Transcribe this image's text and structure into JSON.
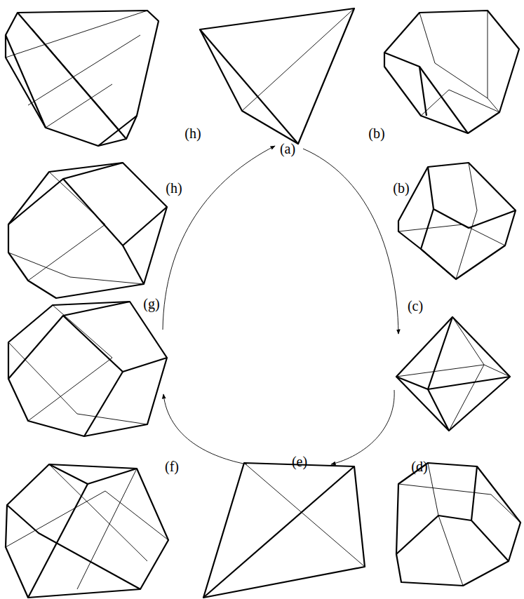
{
  "diagram": {
    "labels": [
      "(h)",
      "(b)",
      "(a)",
      "(h)",
      "(b)",
      "(g)",
      "(c)",
      "(e)",
      "(f)",
      "(d)"
    ]
  }
}
